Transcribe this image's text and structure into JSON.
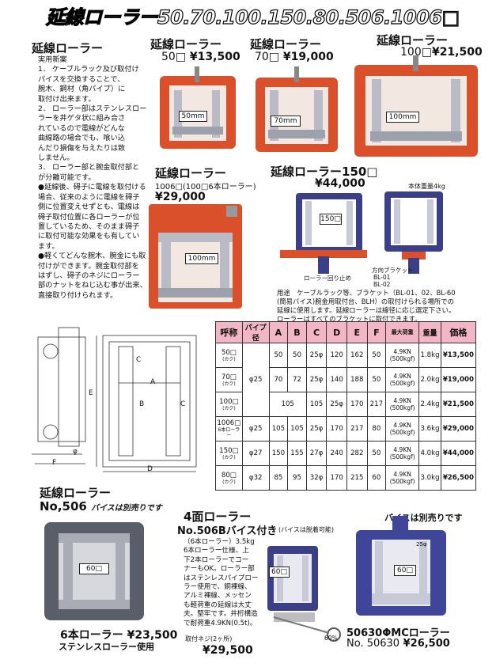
{
  "banner": "延線ローラー50.70.100.150.80.506.1006□",
  "intro": {
    "title": "延線ローラー",
    "items": [
      "実用新案",
      "1． ケーブルラック及び取付け",
      "パイスを交換することで、",
      "腕木、鋼材（角パイプ）に",
      "取付け出来ます。",
      "2． ローラー部はステンレスロー",
      "ラーを井ゲタ状に組み合さ",
      "れているので電線がどんな",
      "曲線路の場合でも、喰い込",
      "んだり損傷を与えたりは致",
      "しません。",
      "3． ローラー部と腕金取付部と",
      "が分離可能です。",
      "●延線後、碍子に電線を取付ける",
      "場合、従来のように電線を碍子",
      "側に位置変えせずとも、電線は",
      "碍子取付位置に各ローラーが位",
      "置しているため、そのまま碍子",
      "に取付可能な効果をも有してい",
      "ます。",
      "●軽くてどんな腕木、腕金にも取",
      "付けができます。腕金取付部を",
      "はずし、碍子のネジにローラー",
      "部のナットをねじ込む事が出来、",
      "直接取り付けられます。"
    ]
  },
  "products": {
    "p50": {
      "title": "延線ローラー",
      "size": "50□",
      "price": "¥13,500",
      "dim": "50mm"
    },
    "p70": {
      "title": "延線ローラー",
      "size": "70□",
      "price": "¥19,000",
      "dim": "70mm"
    },
    "p100": {
      "title": "延線ローラー",
      "size": "100□",
      "price": "¥21,500",
      "dim": "100mm"
    },
    "p1006": {
      "title": "延線ローラー",
      "size": "1006□(100□6本ローラー)",
      "price": "¥29,000",
      "dim": "100mm"
    },
    "p150": {
      "title": "延線ローラー150□",
      "price": "¥44,000",
      "weight": "本体重量4kg",
      "dim": "150□",
      "bracket": "方向ブラケット",
      "bl01": "BL-01",
      "bl02": "BL-02",
      "stop": "ローラー回り止め",
      "usage1": "用途　ケーブルラック等、ブラケット（BL-01、02、BL-60",
      "usage2": "(簡易バイス)腕金用取付台、BLH）の取付けられる場所での",
      "usage3": "延線に使用します。延線ローラーは線径に応じ選定下さい。",
      "usage4": "ローラーはすべてのブラケットに取付できます。"
    }
  },
  "diagram": {
    "labels": [
      "A",
      "B",
      "C",
      "C",
      "D",
      "E",
      "F",
      "φ"
    ]
  },
  "table": {
    "headers": [
      "呼称",
      "パイプ径",
      "A",
      "B",
      "C",
      "D",
      "E",
      "F",
      "最大荷重",
      "重量",
      "価格"
    ],
    "rows": [
      {
        "name": "50□",
        "kaku": "(カク)",
        "pipe": "",
        "A": "50",
        "B": "50",
        "C": "25φ",
        "D": "120",
        "E": "162",
        "F": "50",
        "load1": "4.9KN",
        "load2": "(500kgf)",
        "weight": "1.8kg",
        "price": "¥13,500"
      },
      {
        "name": "70□",
        "kaku": "(カク)",
        "pipe": "φ25",
        "A": "70",
        "B": "72",
        "C": "25φ",
        "D": "140",
        "E": "188",
        "F": "50",
        "load1": "4.9KN",
        "load2": "(500kgf)",
        "weight": "2.0kg",
        "price": "¥19,000"
      },
      {
        "name": "100□",
        "kaku": "(カク)",
        "pipe": "",
        "A": "",
        "B": "105",
        "C": "105",
        "D": "25φ",
        "E": "170",
        "F": "217",
        "load1": "4.9KN",
        "load2": "(500kgf)",
        "weight": "2.4kg",
        "price": "¥21,500",
        "F2": "50"
      },
      {
        "name": "1006□",
        "kaku": "6本ローラー",
        "pipe": "φ25",
        "A": "105",
        "B": "105",
        "C": "25φ",
        "D": "170",
        "E": "217",
        "F": "80",
        "load1": "4.9KN",
        "load2": "(500kgf)",
        "weight": "3.6kg",
        "price": "¥29,000"
      },
      {
        "name": "150□",
        "kaku": "(カク)",
        "pipe": "φ27",
        "A": "150",
        "B": "155",
        "C": "27φ",
        "D": "240",
        "E": "282",
        "F": "50",
        "load1": "4.9KN",
        "load2": "(500kgf)",
        "weight": "4.0kg",
        "price": "¥44,000"
      },
      {
        "name": "80□",
        "kaku": "(カク)",
        "pipe": "φ32",
        "A": "85",
        "B": "95",
        "C": "32φ",
        "D": "170",
        "E": "215",
        "F": "60",
        "load1": "4.9KN",
        "load2": "(500kgf)",
        "weight": "3.0kg",
        "price": "¥26,500"
      }
    ]
  },
  "no506": {
    "title": "延線ローラー",
    "model": "No,506",
    "note": "バイスは別売りです",
    "dim": "60□",
    "caption1": "6本ローラー ¥23,500",
    "caption2": "ステンレスローラー使用"
  },
  "no506b": {
    "title": "4面ローラー",
    "model": "No.506Bバイス付き",
    "note": "(バイスは脱着可能)",
    "desc": [
      "（6本ローラー）3.5kg",
      "6本ローラー仕様、上",
      "下2本ローラーでコー",
      "ナーもOK。ローラー部",
      "はステンレスパイプロー",
      "ラー使用で、銅裸線、",
      "アルミ裸線、メッセン",
      "も軽荷重の延線は大丈",
      "夫。堅牢です。井桁構造",
      "で耐荷重4.9KN(0.5t)。"
    ],
    "dim": "60□",
    "screw": "取付ネジ(2ヶ所)",
    "price": "¥29,500",
    "pct": "60%"
  },
  "no50630": {
    "note": "バイスは別売りです",
    "dim": "60□",
    "r25": "25φ",
    "title": "50630ΦMCローラー",
    "model": "No. 50630",
    "price": "¥26,500"
  }
}
